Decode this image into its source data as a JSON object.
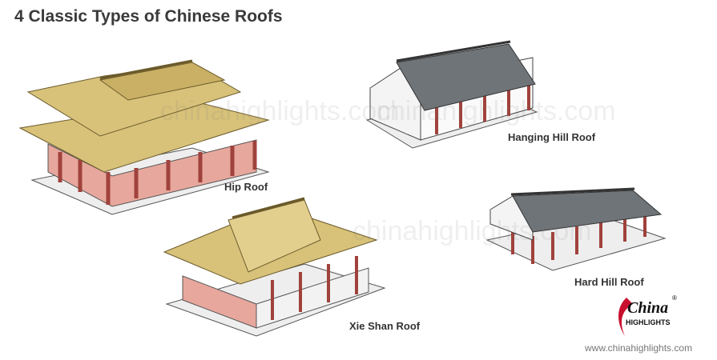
{
  "title": "4 Classic Types of Chinese Roofs",
  "roofs": [
    {
      "name": "Hip Roof"
    },
    {
      "name": "Hanging Hill Roof"
    },
    {
      "name": "Xie Shan Roof"
    },
    {
      "name": "Hard Hill Roof"
    }
  ],
  "watermark": "chinahighlights.com",
  "logo": {
    "line1": "China",
    "line2": "HIGHLIGHTS",
    "registered": "®"
  },
  "url": "www.chinahighlights.com",
  "colors": {
    "roof_tan": "#d8c27a",
    "roof_gray": "#6e7478",
    "pillar_red": "#c0504d",
    "wall_pink": "#e7a79d",
    "logo_red": "#c8102e"
  }
}
